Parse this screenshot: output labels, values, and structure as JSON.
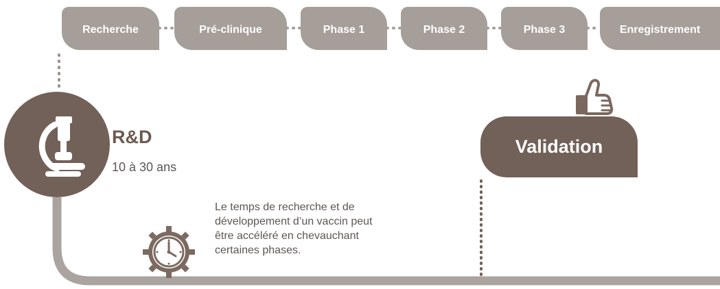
{
  "phases": [
    "Recherche",
    "Pré-clinique",
    "Phase 1",
    "Phase 2",
    "Phase 3",
    "Enregistrement"
  ],
  "rd": {
    "title": "R&D",
    "duration": "10 à 30 ans",
    "note": "Le temps de recherche et de développement d’un vaccin peut être accéléré en chevauchant certaines phases."
  },
  "validation": {
    "label": "Validation"
  },
  "colors": {
    "dark_brown": "#726158",
    "tab_gray": "#a69e99",
    "text_gray": "#5d5652",
    "line_gray": "#aaa39f"
  },
  "icons": {
    "microscope": "microscope-icon",
    "thumbs_up": "thumbs-up-icon",
    "clock_gear": "clock-gear-icon"
  }
}
